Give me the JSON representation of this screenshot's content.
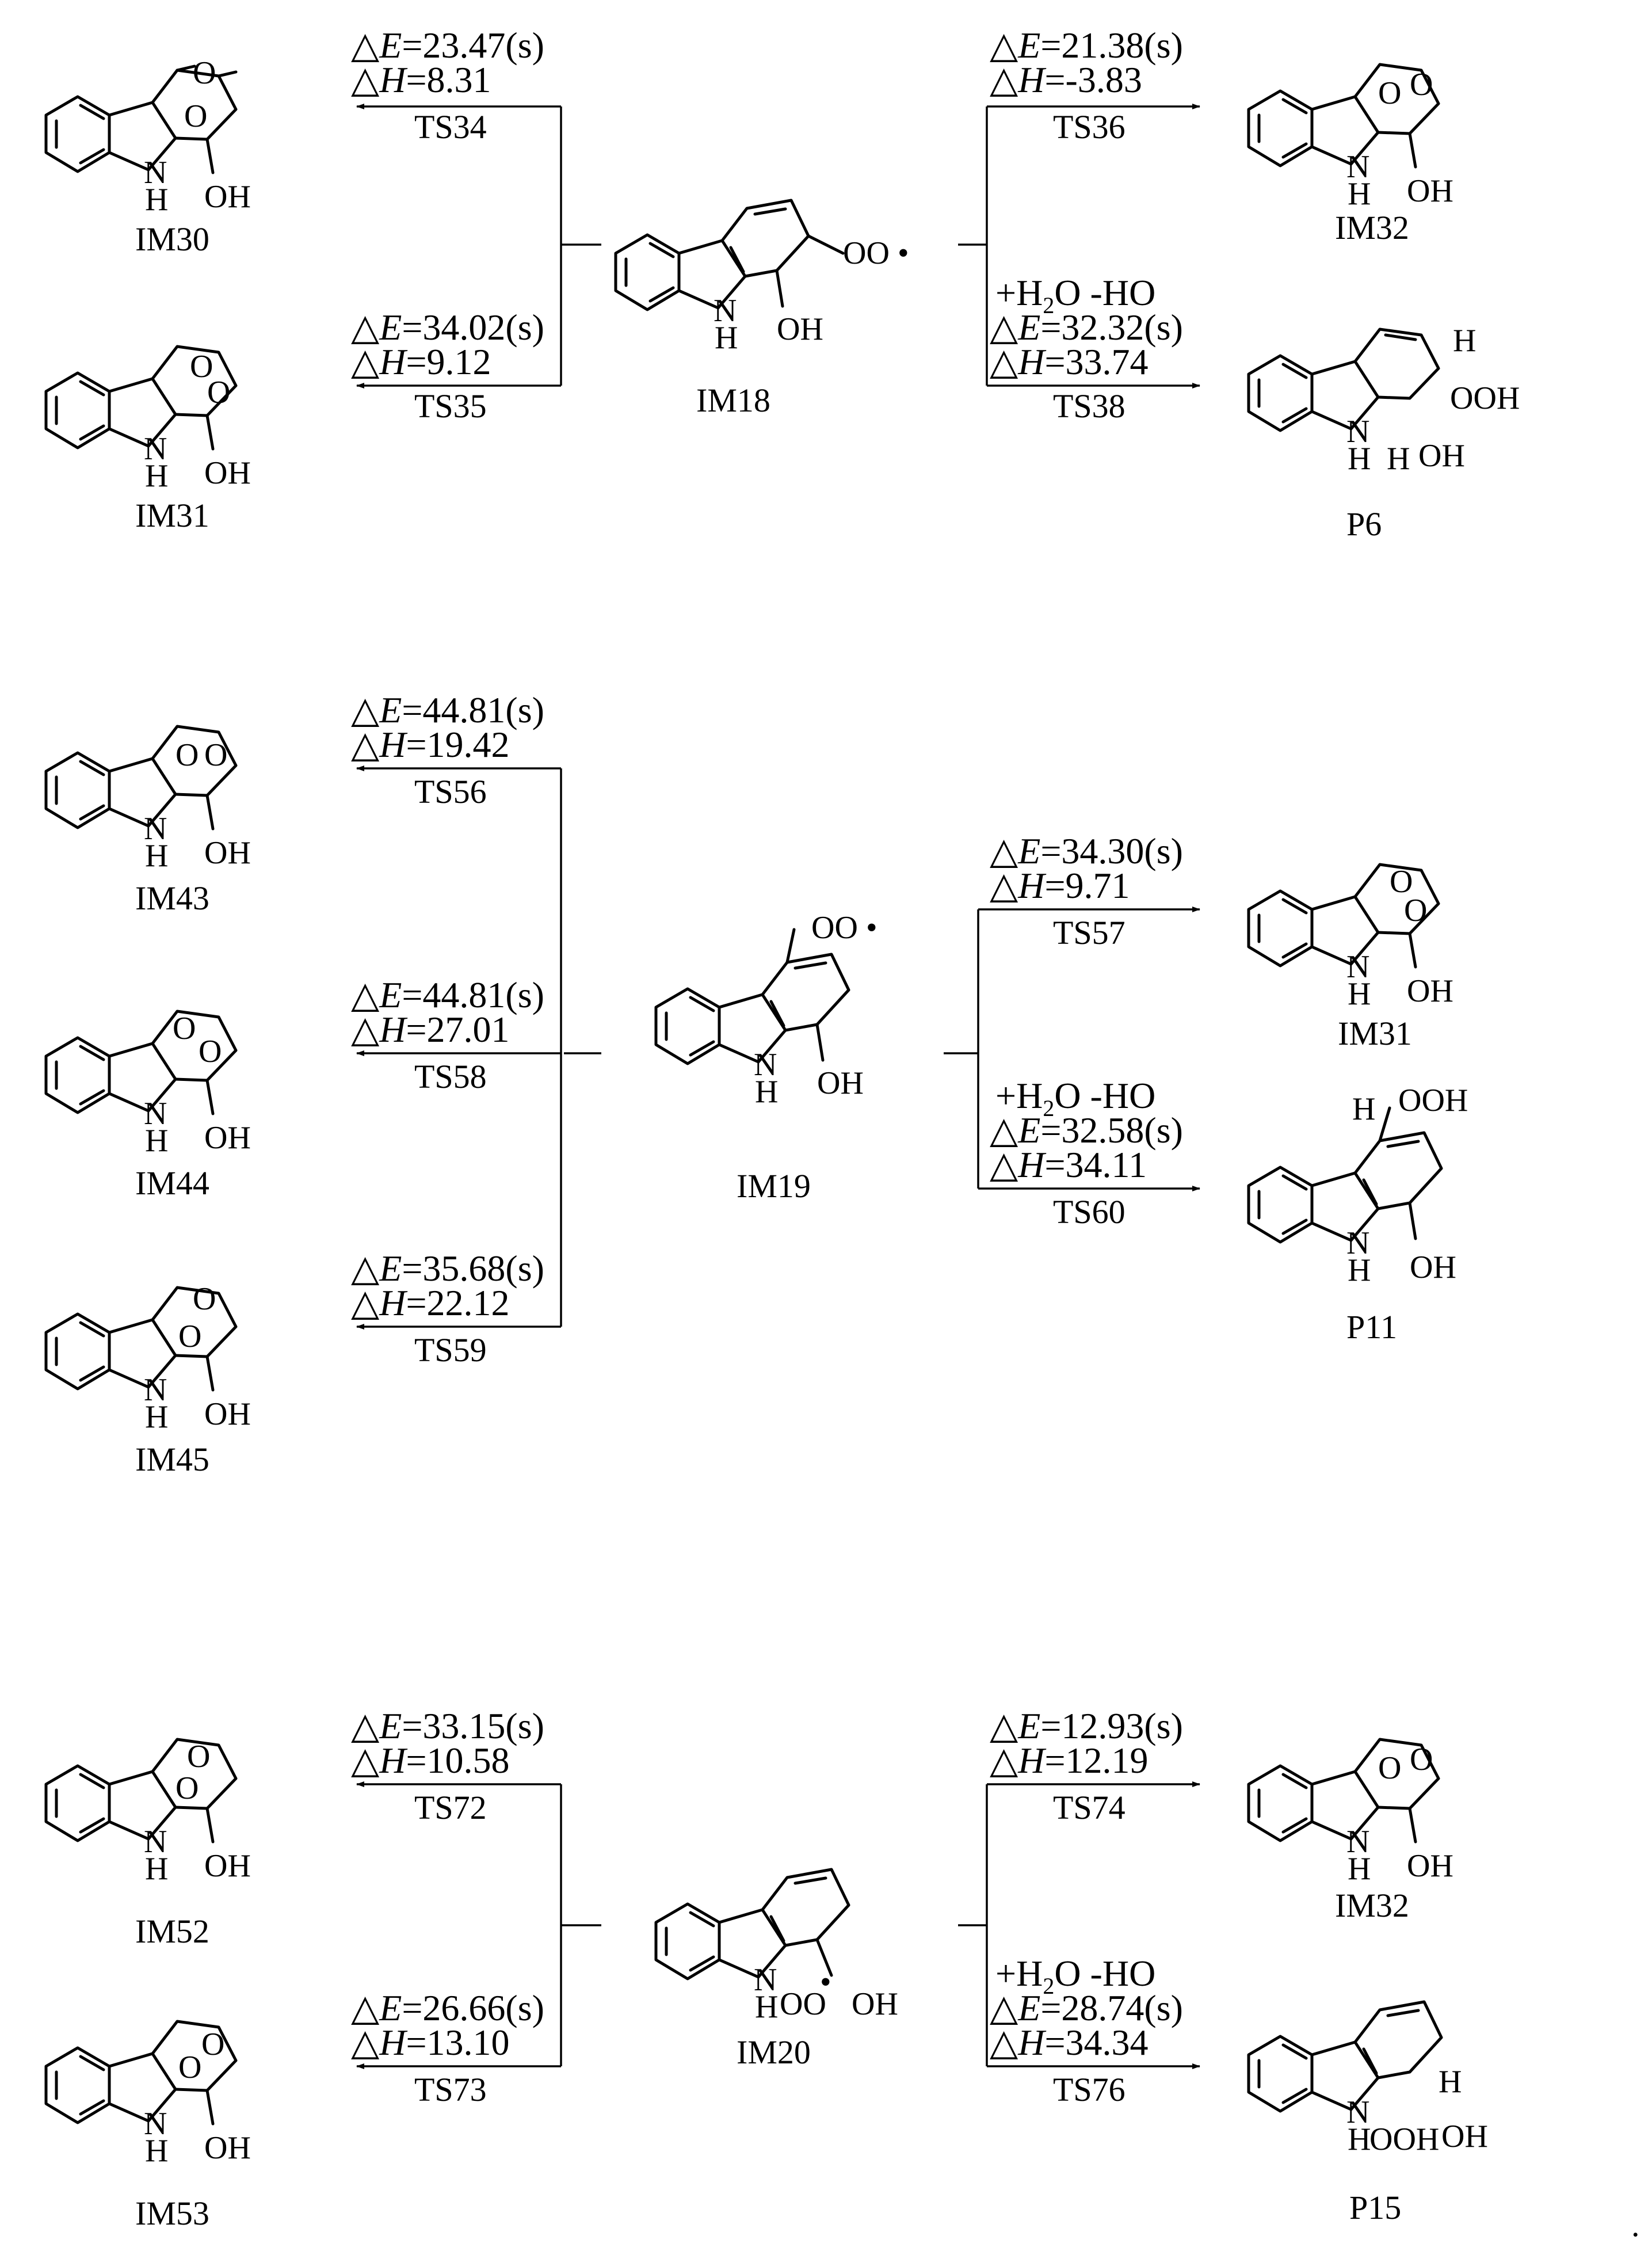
{
  "diagram": {
    "panels": [
      {
        "id": "panel1",
        "center": {
          "label": "IM18",
          "atoms": {
            "nh": "N",
            "h": "H",
            "oh": "OH",
            "rad": "OO"
          }
        },
        "routes": [
          {
            "id": "r1",
            "side": "left",
            "e": "=23.47(s)",
            "h": "=8.31",
            "ts": "TS34",
            "product": "IM30"
          },
          {
            "id": "r2",
            "side": "left",
            "e": "=34.02(s)",
            "h": "=9.12",
            "ts": "TS35",
            "product": "IM31"
          },
          {
            "id": "r3",
            "side": "right",
            "e": "=21.38(s)",
            "h": "=-3.83",
            "ts": "TS36",
            "product": "IM32"
          },
          {
            "id": "r4",
            "side": "right",
            "pre": "+H",
            "pre_sub": "2",
            "pre_tail": "O  -HO",
            "e": "=32.32(s)",
            "h": "=33.74",
            "ts": "TS38",
            "product": "P6"
          }
        ]
      },
      {
        "id": "panel2",
        "center": {
          "label": "IM19"
        },
        "routes": [
          {
            "id": "r5",
            "side": "left",
            "e": "=44.81(s)",
            "h": "=19.42",
            "ts": "TS56",
            "product": "IM43"
          },
          {
            "id": "r6",
            "side": "left",
            "e": "=44.81(s)",
            "h": "=27.01",
            "ts": "TS58",
            "product": "IM44"
          },
          {
            "id": "r7",
            "side": "left",
            "e": "=35.68(s)",
            "h": "=22.12",
            "ts": "TS59",
            "product": "IM45"
          },
          {
            "id": "r8",
            "side": "right",
            "e": "=34.30(s)",
            "h": "=9.71",
            "ts": "TS57",
            "product": "IM31"
          },
          {
            "id": "r9",
            "side": "right",
            "pre": "+H",
            "pre_sub": "2",
            "pre_tail": "O  -HO",
            "e": "=32.58(s)",
            "h": "=34.11",
            "ts": "TS60",
            "product": "P11"
          }
        ]
      },
      {
        "id": "panel3",
        "center": {
          "label": "IM20"
        },
        "routes": [
          {
            "id": "r10",
            "side": "left",
            "e": "=33.15(s)",
            "h": "=10.58",
            "ts": "TS72",
            "product": "IM52"
          },
          {
            "id": "r11",
            "side": "left",
            "e": "=26.66(s)",
            "h": "=13.10",
            "ts": "TS73",
            "product": "IM53"
          },
          {
            "id": "r12",
            "side": "right",
            "e": "=12.93(s)",
            "h": "=12.19",
            "ts": "TS74",
            "product": "IM32"
          },
          {
            "id": "r13",
            "side": "right",
            "pre": "+H",
            "pre_sub": "2",
            "pre_tail": "O  -HO",
            "e": "=28.74(s)",
            "h": "=34.34",
            "ts": "TS76",
            "product": "P15"
          }
        ]
      }
    ],
    "symbols": {
      "delta": "△",
      "e_var": "E",
      "h_var": "H",
      "n": "N",
      "h": "H",
      "oh": "OH",
      "ooh": "OOH",
      "o": "O",
      "oo": "OO",
      "radical": "•"
    },
    "trailing_mark": "."
  }
}
